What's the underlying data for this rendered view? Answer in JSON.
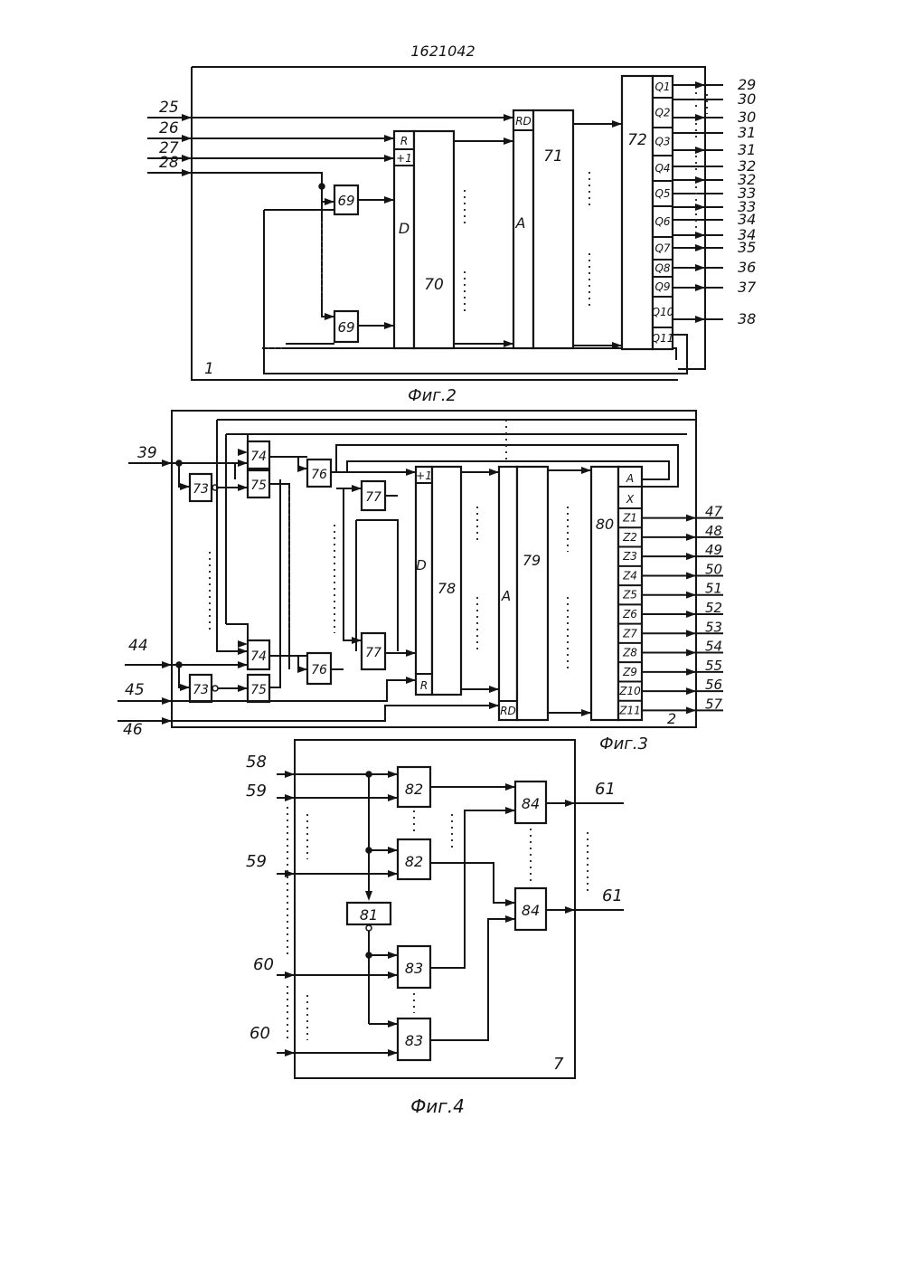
{
  "doc_number": "1621042",
  "fig2": {
    "caption": "Фиг.2",
    "block_number": "1",
    "inputs": [
      "25",
      "26",
      "27",
      "28"
    ],
    "inverter_label": "69",
    "counter_label": "70",
    "counter_pins": {
      "r": "R",
      "plus1": "+1",
      "d": "D"
    },
    "memory_label": "71",
    "memory_pins": {
      "rd": "RD",
      "a": "A"
    },
    "decoder_label": "72",
    "decoder_outputs": [
      "Q1",
      "Q2",
      "Q3",
      "Q4",
      "Q5",
      "Q6",
      "Q7",
      "Q8",
      "Q9",
      "Q10",
      "Q11"
    ],
    "output_labels": [
      "29",
      "30",
      "30",
      "31",
      "31",
      "32",
      "32",
      "33",
      "33",
      "34",
      "34",
      "35",
      "36",
      "37",
      "38"
    ]
  },
  "fig3": {
    "caption": "Фиг.3",
    "block_number": "2",
    "inputs": [
      "39",
      "44",
      "45",
      "46"
    ],
    "labels": {
      "b73": "73",
      "b74": "74",
      "b75": "75",
      "b76": "76",
      "b77": "77",
      "b78": "78",
      "b79": "79",
      "b80": "80"
    },
    "counter_pins": {
      "plus1": "+1",
      "d": "D",
      "r": "R"
    },
    "memory_pins": {
      "a": "A",
      "rd": "RD"
    },
    "reg_top_pins": [
      "A",
      "X"
    ],
    "reg_outputs": [
      "Z1",
      "Z2",
      "Z3",
      "Z4",
      "Z5",
      "Z6",
      "Z7",
      "Z8",
      "Z9",
      "Z10",
      "Z11"
    ],
    "output_labels": [
      "47",
      "48",
      "49",
      "50",
      "51",
      "52",
      "53",
      "54",
      "55",
      "56",
      "57"
    ]
  },
  "fig4": {
    "caption": "Фиг.4",
    "block_number": "7",
    "inputs": [
      "58",
      "59",
      "59",
      "60",
      "60"
    ],
    "outputs": [
      "61",
      "61"
    ],
    "labels": {
      "b81": "81",
      "b82": "82",
      "b83": "83",
      "b84": "84"
    }
  }
}
